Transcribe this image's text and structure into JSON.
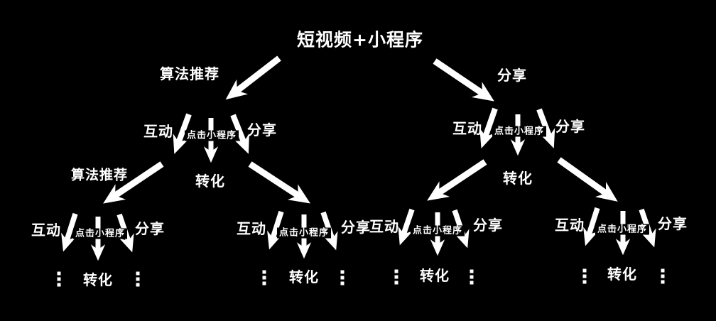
{
  "colors": {
    "background": "#000000",
    "ink": "#ffffff"
  },
  "title": "短视频+小程序",
  "root_edges": {
    "left_label": "算法推荐",
    "right_label": "分享"
  },
  "level1_nodes": [
    {
      "interact_label": "互动",
      "click_label": "点击小程序",
      "share_label": "分享",
      "convert_label": "转化",
      "child_left_edge_label": "算法推荐"
    },
    {
      "interact_label": "互动",
      "click_label": "点击小程序",
      "share_label": "分享",
      "convert_label": "转化"
    }
  ],
  "level2_nodes": [
    {
      "interact_label": "互动",
      "click_label": "点击小程序",
      "share_label": "分享",
      "convert_label": "转化"
    },
    {
      "interact_label": "互动",
      "click_label": "点击小程序",
      "share_label": "分享",
      "convert_label": "转化"
    },
    {
      "interact_label": "互动",
      "click_label": "点击小程序",
      "share_label": "分享",
      "convert_label": "转化"
    },
    {
      "interact_label": "互动",
      "click_label": "点击小程序",
      "share_label": "分享",
      "convert_label": "转化"
    }
  ],
  "continuation_marker": "⋮"
}
